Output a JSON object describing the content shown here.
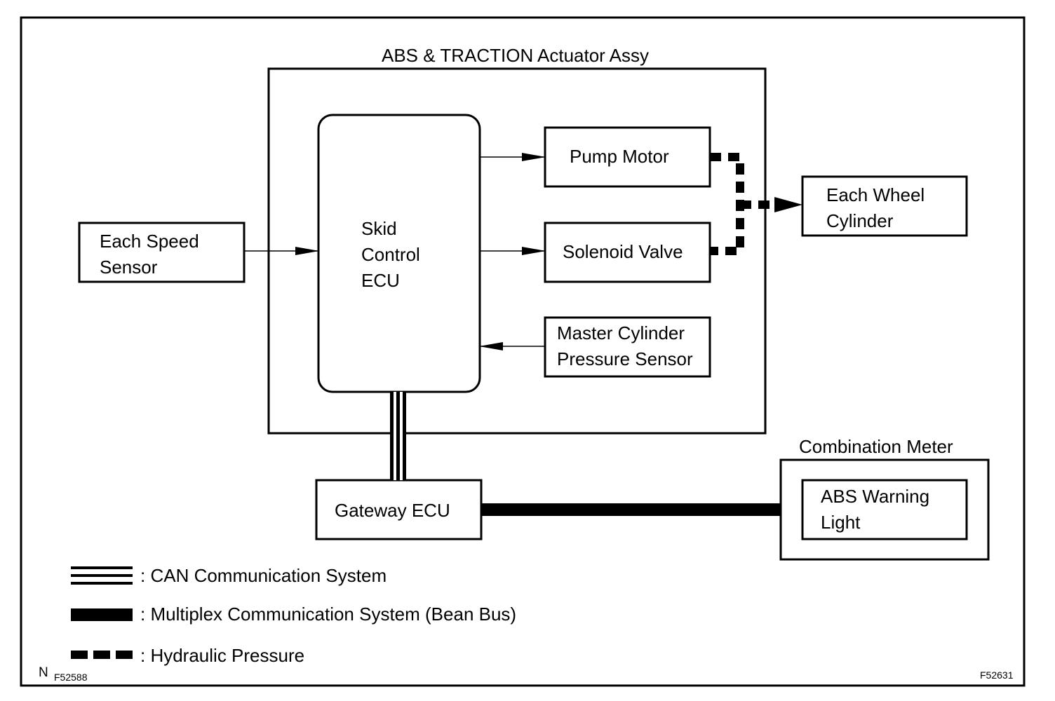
{
  "diagram": {
    "actuator_title": "ABS & TRACTION Actuator Assy",
    "skid_ecu": {
      "line1": "Skid",
      "line2": "Control",
      "line3": "ECU"
    },
    "pump_motor": "Pump Motor",
    "solenoid_valve": "Solenoid Valve",
    "master_cylinder": {
      "line1": "Master Cylinder",
      "line2": "Pressure Sensor"
    },
    "speed_sensor": {
      "line1": "Each Speed",
      "line2": "Sensor"
    },
    "wheel_cylinder": {
      "line1": "Each Wheel",
      "line2": "Cylinder"
    },
    "gateway_ecu": "Gateway ECU",
    "combination_meter_title": "Combination Meter",
    "abs_warning": {
      "line1": "ABS Warning",
      "line2": "Light"
    }
  },
  "legend": {
    "can": ": CAN Communication System",
    "multiplex": ": Multiplex Communication System (Bean Bus)",
    "hydraulic": ": Hydraulic Pressure"
  },
  "footer": {
    "n_letter": "N",
    "left_code": "F52588",
    "right_code": "F52631"
  }
}
